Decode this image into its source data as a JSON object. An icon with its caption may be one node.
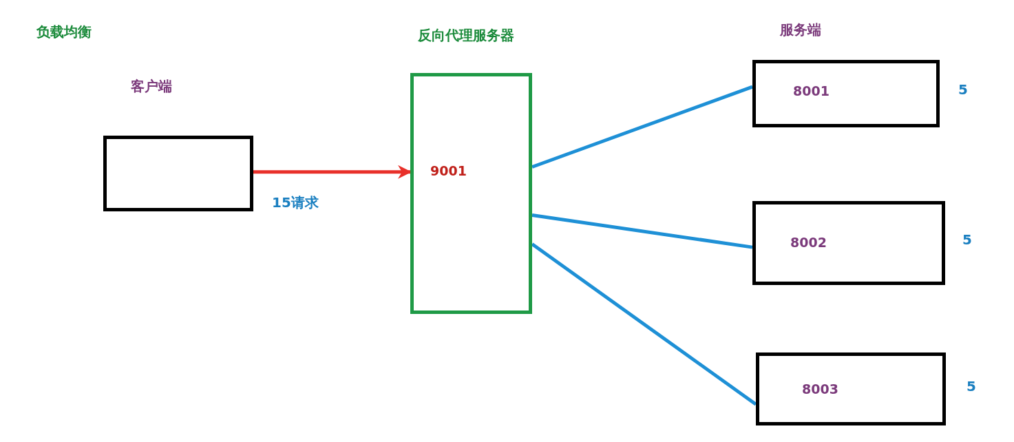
{
  "diagram": {
    "title": "负载均衡",
    "nodes": [
      {
        "text": [
          "客户端"
        ]
      },
      {
        "text": [
          "反向代理服务器",
          "9001"
        ]
      },
      {
        "text": [
          "8001"
        ],
        "beside": [
          "5"
        ]
      },
      {
        "text": [
          "8002"
        ],
        "beside": [
          "5"
        ]
      },
      {
        "text": [
          "8003"
        ],
        "beside": [
          "5"
        ]
      }
    ],
    "edges": [
      {
        "from": 0,
        "to": 1,
        "arrow": "to",
        "label": "15请求",
        "color": "#e8302a"
      },
      {
        "from": 1,
        "to": 2,
        "arrow": "none"
      },
      {
        "from": 1,
        "to": 3,
        "arrow": "none"
      },
      {
        "from": 1,
        "to": 4,
        "arrow": "none"
      }
    ],
    "labels": [
      "服务端"
    ]
  }
}
